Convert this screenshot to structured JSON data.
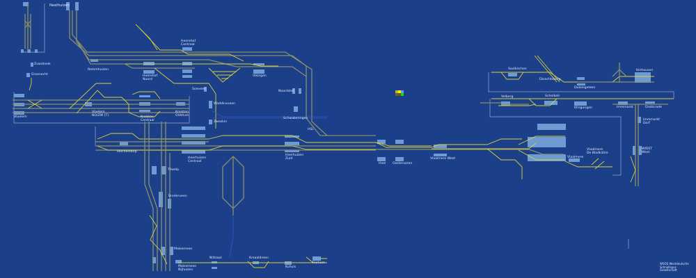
{
  "diagram": {
    "title": "",
    "stations": [
      {
        "id": "neelhuizen",
        "label": "Neelhuizen"
      },
      {
        "id": "zuwahoek",
        "label": "Zuwahoek"
      },
      {
        "id": "groenecht",
        "label": "Groenecht"
      },
      {
        "id": "remmhuizen",
        "label": "Remmhuizen"
      },
      {
        "id": "heerehof-centraal",
        "label": "Heerehof\nCentraal"
      },
      {
        "id": "heerehof-noord",
        "label": "Heerehof\nNoord"
      },
      {
        "id": "vikingen",
        "label": "Vikingen"
      },
      {
        "id": "soeveen",
        "label": "Soeveen"
      },
      {
        "id": "noordstel",
        "label": "Noordstel"
      },
      {
        "id": "waddinxveen",
        "label": "Waddinxveen"
      },
      {
        "id": "zwezkin",
        "label": "Zwezkin"
      },
      {
        "id": "vlaelem",
        "label": "Vlaelem"
      },
      {
        "id": "vlaelem-nozw",
        "label": "Vlaelem\nNO/ZW (T)"
      },
      {
        "id": "krelsten-centraal",
        "label": "Krelsten\nCentraal"
      },
      {
        "id": "krelsten-oldstum",
        "label": "Krelsten\nOldstum"
      },
      {
        "id": "scheveningen",
        "label": "Schwaberingen"
      },
      {
        "id": "hsl",
        "label": "HSL"
      },
      {
        "id": "heerhuizen-centraal",
        "label": "Heerhuizen\nCentraal"
      },
      {
        "id": "heerhuizen-zuid",
        "label": "Heerhuizen\nZuid"
      },
      {
        "id": "reichendorp",
        "label": "Reichendorp"
      },
      {
        "id": "tilwelp",
        "label": "Tilwelp"
      },
      {
        "id": "brederveen",
        "label": "Brederveen"
      },
      {
        "id": "malsemeen",
        "label": "Malsemeen"
      },
      {
        "id": "malsemeen-nijhuizen",
        "label": "Malsemeen\nNijhuizen"
      },
      {
        "id": "nittzaal",
        "label": "Nittzaal"
      },
      {
        "id": "kreaaldreen",
        "label": "Kreaaldreen"
      },
      {
        "id": "kuhuis",
        "label": "Kuhuis"
      },
      {
        "id": "harkum",
        "label": "Harkum"
      },
      {
        "id": "heel",
        "label": "Heel"
      },
      {
        "id": "oostervoren",
        "label": "Oostervoren"
      },
      {
        "id": "vlaalmere-west",
        "label": "Vlaalmere West"
      },
      {
        "id": "vlaalmere",
        "label": "Vlaalmere"
      },
      {
        "id": "vlaalmere-db",
        "label": "Vlaalmere\nDe Bladkilöre"
      },
      {
        "id": "saalkirchen",
        "label": "Saalkirchen"
      },
      {
        "id": "ebrechtsberg",
        "label": "Ebrechtsberg"
      },
      {
        "id": "dukengeleen",
        "label": "Dukengeleen"
      },
      {
        "id": "kerhousen",
        "label": "Kerhousen"
      },
      {
        "id": "velberg",
        "label": "Velberg"
      },
      {
        "id": "schelbell",
        "label": "Schelbell"
      },
      {
        "id": "klingungen",
        "label": "Klingungen"
      },
      {
        "id": "immmarkt",
        "label": "Immmarkt"
      },
      {
        "id": "dreikirade",
        "label": "Dreikirade"
      },
      {
        "id": "immmarkt-dorf",
        "label": "Immmarkt\nDorf"
      },
      {
        "id": "widst-west",
        "label": "WIDST\nWest"
      }
    ],
    "footer": "WSOS Westdeutsche\nSchnellspur-\nGesellschaft",
    "colors": {
      "background": "#1c3f8a",
      "track": "#8a8f6a",
      "active_track": "#d9d23a",
      "platform": "#6e9bd4",
      "frame": "#9aa7cc"
    },
    "legend_swatches": [
      "#b8b04a",
      "#f2f20a",
      "#6e9bd4",
      "#5a5a1a",
      "#6b6b20",
      "#10e010"
    ]
  }
}
